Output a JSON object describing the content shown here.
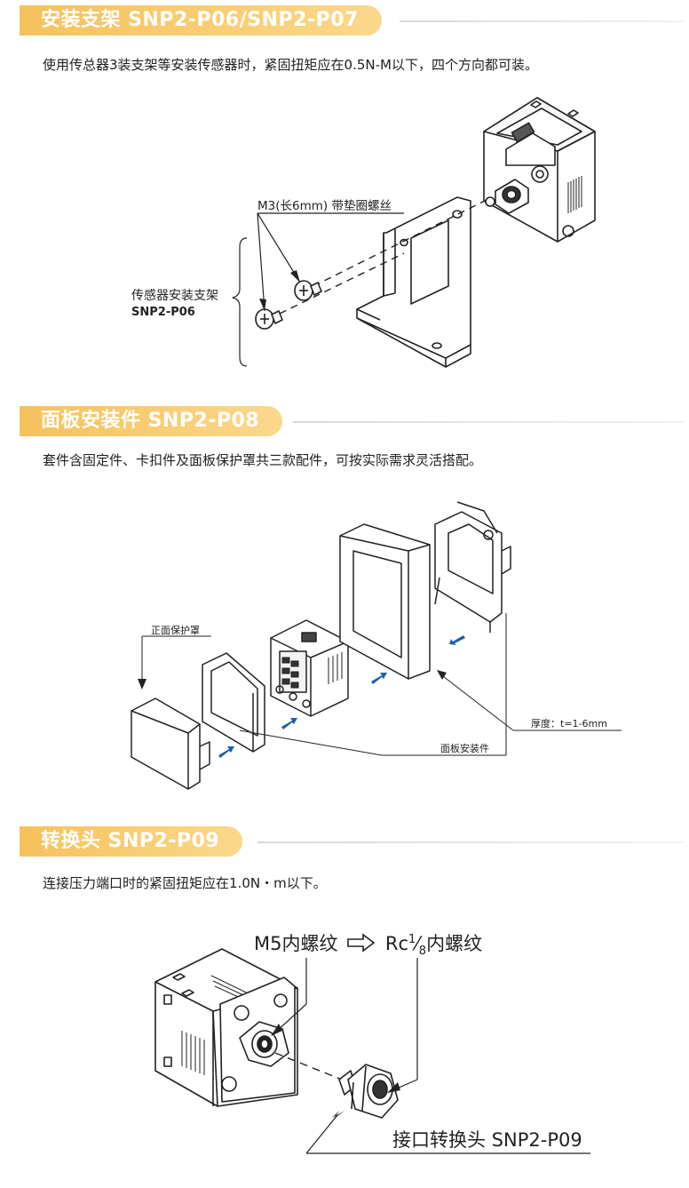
{
  "section1": {
    "title": "安装支架 SNP2-P06/SNP2-P07",
    "description": "使用传总器3装支架等安装传感器时，紧固扭矩应在0.5N-M以下，四个方向都可装。",
    "screw_label": "M3(长6mm) 带垫圈螺丝",
    "bracket_label_line1": "传感器安装支架",
    "bracket_label_line2": "SNP2-P06"
  },
  "section2": {
    "title": "面板安装件 SNP2-P08",
    "description": "套件含固定件、卡扣件及面板保护罩共三款配件，可按实际需求灵活搭配。",
    "front_cover_label": "正面保护罩",
    "thickness_label": "厚度：t=1-6mm",
    "mount_kit_label": "面板安装件"
  },
  "section3": {
    "title": "转换头 SNP2-P09",
    "description": "连接压力端口时的紧固扭矩应在1.0N・m以下。",
    "thread_from": "M5内螺纹",
    "thread_to_prefix": "Rc",
    "thread_to_num": "1",
    "thread_to_den": "8",
    "thread_to_suffix": "内螺纹",
    "adapter_label": "接口转换头 SNP2-P09"
  },
  "colors": {
    "banner": "#f6c15c",
    "arrow_blue": "#1d5fa8",
    "line": "#222222"
  }
}
